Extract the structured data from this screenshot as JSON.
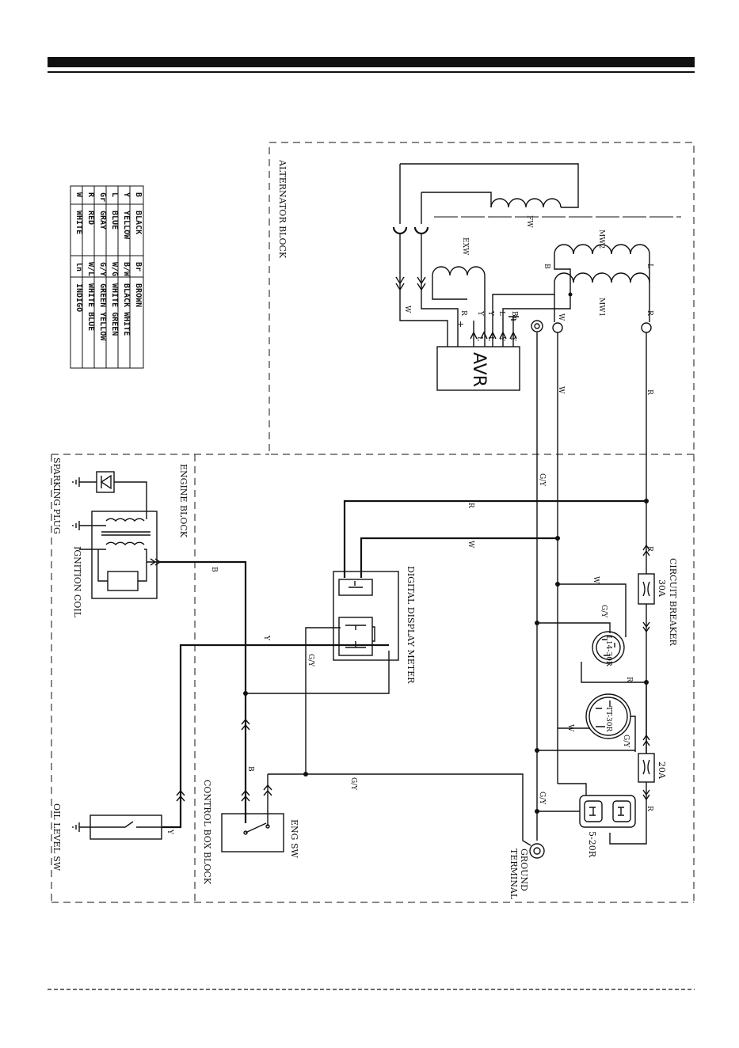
{
  "blocks": {
    "alternator": "ALTERNATOR BLOCK",
    "engine": "ENGINE BLOCK",
    "control_box": "CONTROL BOX BLOCK"
  },
  "components": {
    "avr": "AVR",
    "fw": "FW",
    "exw": "EXW",
    "mw1": "MW1",
    "mw2": "MW2",
    "digital_display_meter": "DIGITAL DISPLAY METER",
    "circuit_breaker": "CIRCUIT BREAKER",
    "breaker_30a": "30A",
    "breaker_20a": "20A",
    "receptacle_l14": "L14-30R",
    "receptacle_tt": "TT-30R",
    "receptacle_520": "5-20R",
    "eng_sw": "ENG SW",
    "ground_terminal_1": "GROUND",
    "ground_terminal_2": "TERMINAL",
    "sparking_plug": "SPARKING PLUG",
    "ignition_coil": "IGNITION COIL",
    "oil_level_sw": "OIL LEVEL SW",
    "plus_sign": "+"
  },
  "wire_labels": {
    "B": "B",
    "W": "W",
    "R": "R",
    "Y": "Y",
    "L": "L",
    "Br": "Br",
    "GY": "G/Y"
  },
  "legend": [
    {
      "code": "B",
      "name": "BLACK",
      "code2": "Br",
      "name2": "BROWN"
    },
    {
      "code": "Y",
      "name": "YELLOW",
      "code2": "B/W",
      "name2": "BLACK WHITE"
    },
    {
      "code": "L",
      "name": "BLUE",
      "code2": "W/G",
      "name2": "WHITE GREEN"
    },
    {
      "code": "Gr",
      "name": "GRAY",
      "code2": "G/Y",
      "name2": "GREEN YELLOW"
    },
    {
      "code": "R",
      "name": "RED",
      "code2": "W/L",
      "name2": "WHITE BLUE"
    },
    {
      "code": "W",
      "name": "WHITE",
      "code2": "ln",
      "name2": "INDIGO"
    }
  ]
}
